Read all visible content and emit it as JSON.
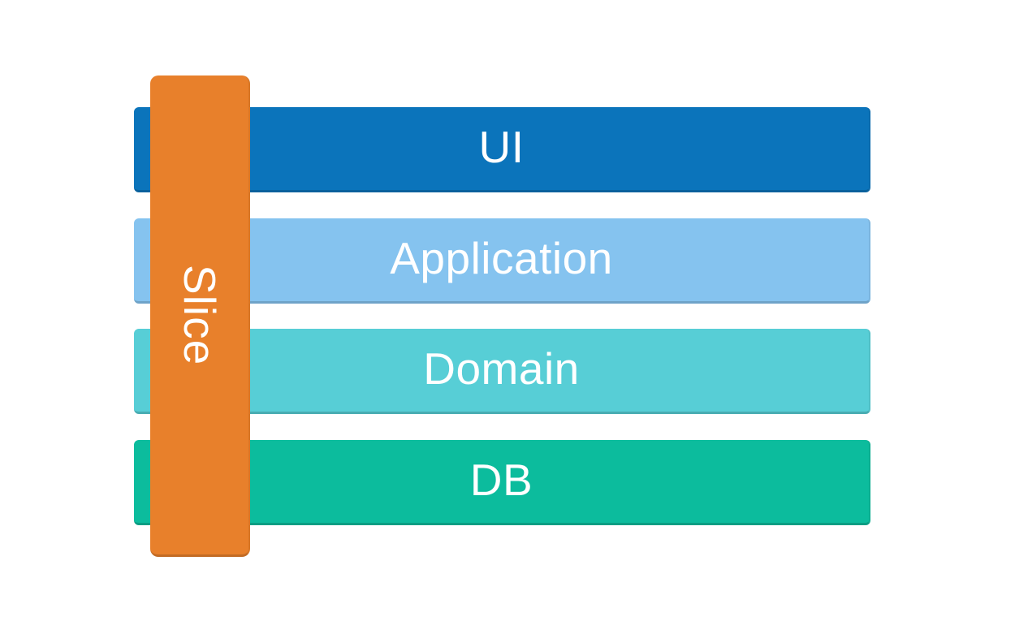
{
  "diagram": {
    "text_color": "#FFFFFF",
    "background": "#FFFFFF",
    "slice": {
      "label": "Slice",
      "color": "#E8802B"
    },
    "layers": [
      {
        "label": "UI",
        "color": "#0B74BB"
      },
      {
        "label": "Application",
        "color": "#85C3EF"
      },
      {
        "label": "Domain",
        "color": "#57CED6"
      },
      {
        "label": "DB",
        "color": "#0CBC9D"
      }
    ]
  }
}
